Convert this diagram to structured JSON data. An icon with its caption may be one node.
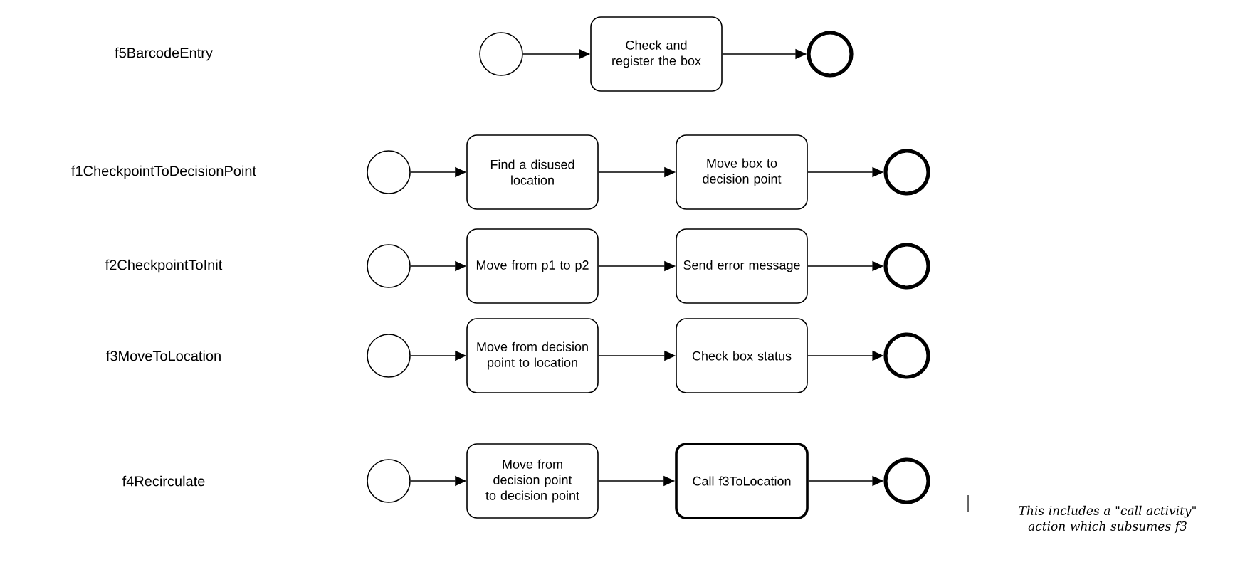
{
  "diagram": {
    "nodes": [
      {
        "text": [],
        "shape": "circle"
      },
      {
        "text": [
          "Check and register the box"
        ]
      },
      {
        "text": [],
        "shape": "circle"
      },
      {
        "text": [],
        "shape": "circle"
      },
      {
        "text": [
          "Find a disused location"
        ]
      },
      {
        "text": [
          "Move box to decision point"
        ]
      },
      {
        "text": [],
        "shape": "circle"
      },
      {
        "text": [],
        "shape": "circle"
      },
      {
        "text": [
          "Move from p1 to p2"
        ]
      },
      {
        "text": [
          "Send error message"
        ]
      },
      {
        "text": [],
        "shape": "circle"
      },
      {
        "text": [],
        "shape": "circle"
      },
      {
        "text": [
          "Move from decision point to location"
        ]
      },
      {
        "text": [
          "Check box status"
        ]
      },
      {
        "text": [],
        "shape": "circle"
      },
      {
        "text": [],
        "shape": "circle"
      },
      {
        "text": [
          "Move from decision point to decision point"
        ]
      },
      {
        "text": [
          "Call f3ToLocation"
        ]
      },
      {
        "text": [],
        "shape": "circle"
      }
    ],
    "edges": [
      {
        "from": 0,
        "to": 1,
        "arrow": "to"
      },
      {
        "from": 1,
        "to": 2,
        "arrow": "to"
      },
      {
        "from": 3,
        "to": 4,
        "arrow": "to"
      },
      {
        "from": 4,
        "to": 5,
        "arrow": "to"
      },
      {
        "from": 5,
        "to": 6,
        "arrow": "to"
      },
      {
        "from": 7,
        "to": 8,
        "arrow": "to"
      },
      {
        "from": 8,
        "to": 9,
        "arrow": "to"
      },
      {
        "from": 9,
        "to": 10,
        "arrow": "to"
      },
      {
        "from": 11,
        "to": 12,
        "arrow": "to"
      },
      {
        "from": 12,
        "to": 13,
        "arrow": "to"
      },
      {
        "from": 13,
        "to": 14,
        "arrow": "to"
      },
      {
        "from": 15,
        "to": 16,
        "arrow": "to"
      },
      {
        "from": 16,
        "to": 17,
        "arrow": "to"
      },
      {
        "from": 17,
        "to": 18,
        "arrow": "to"
      }
    ],
    "labels": [
      "f5BarcodeEntry",
      "f1CheckpointToDecisionPoint",
      "f2CheckpointToInit",
      "f3MoveToLocation",
      "f4Recirculate",
      "This includes a \"call activity\" action which subsumes f3"
    ]
  }
}
